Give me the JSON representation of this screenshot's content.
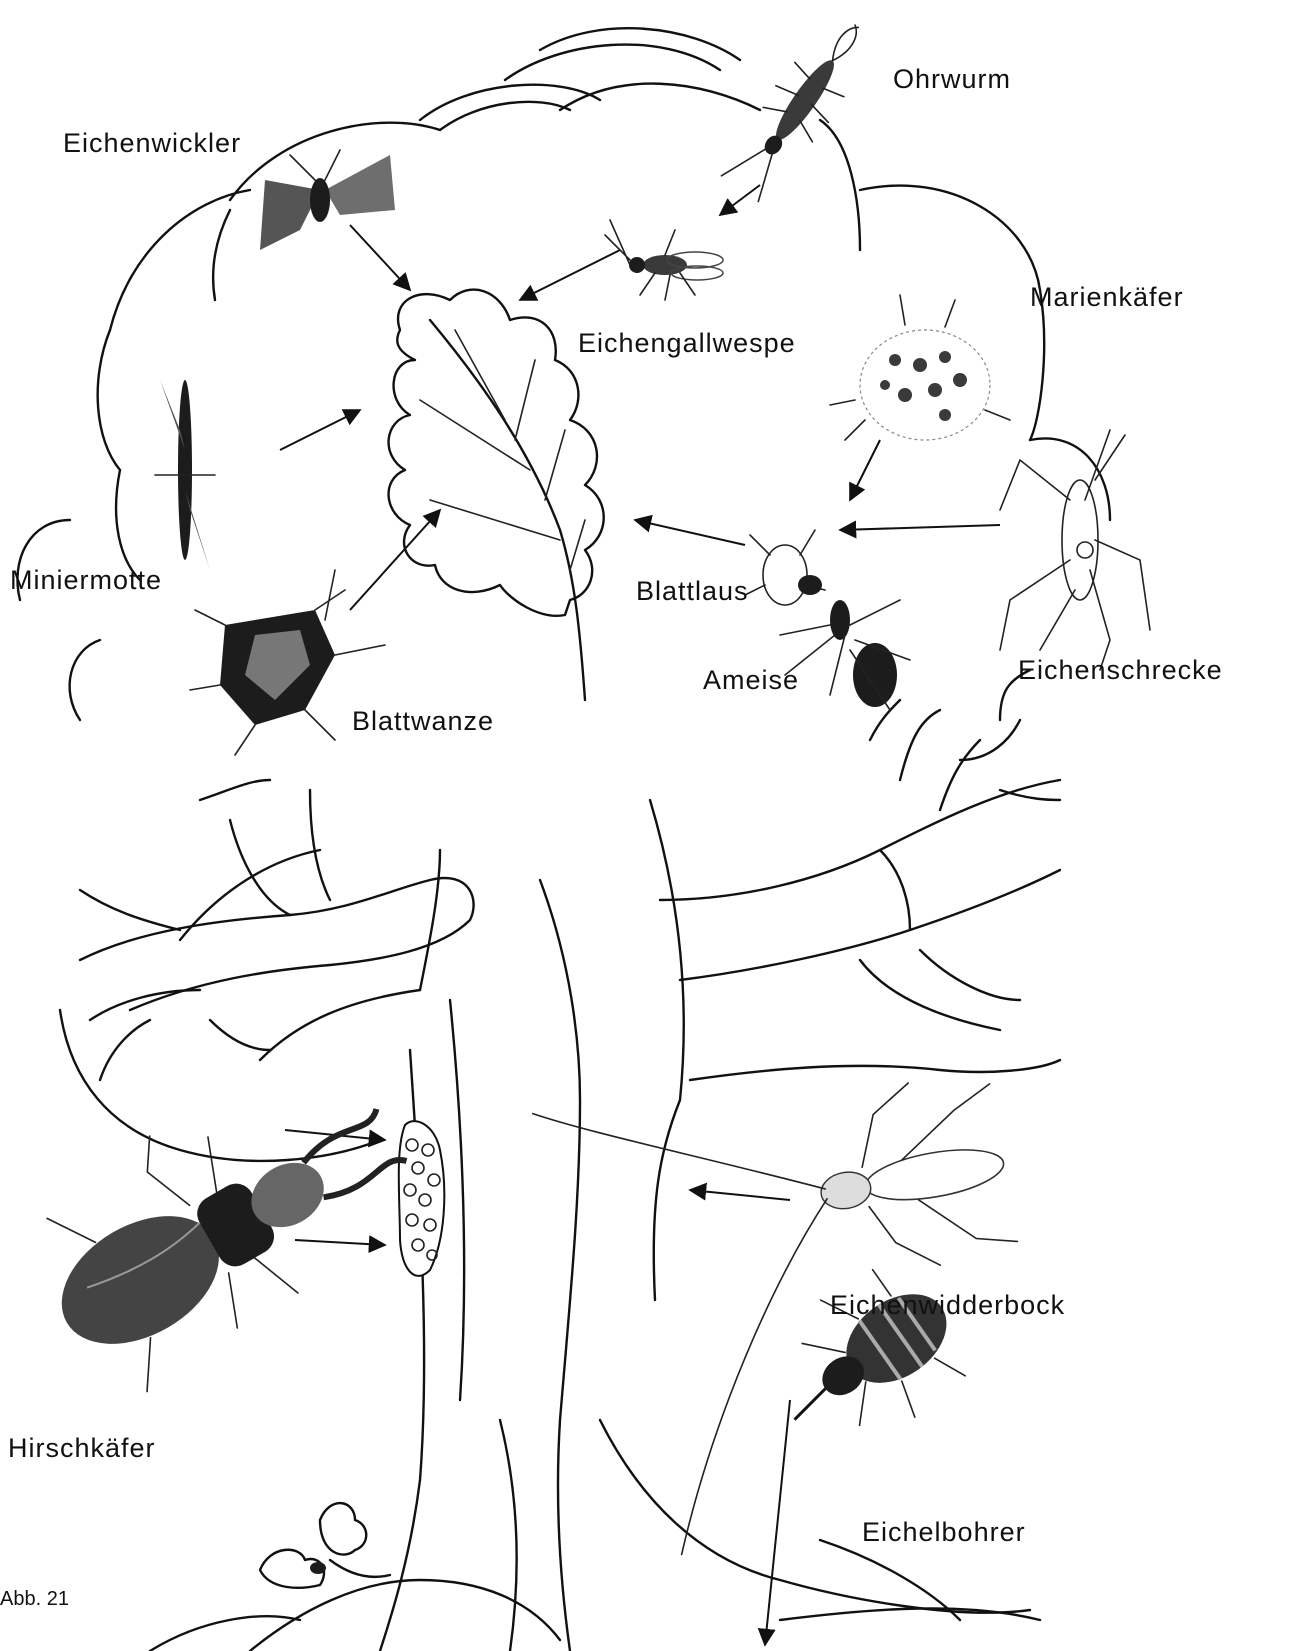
{
  "figure_label": "Abb. 21",
  "insects": {
    "ohrwurm": "Ohrwurm",
    "eichenwickler": "Eichenwickler",
    "marienkaefer": "Marienkäfer",
    "eichengallwespe": "Eichengallwespe",
    "miniermotte": "Miniermotte",
    "blattlaus": "Blattlaus",
    "eichenschrecke": "Eichenschrecke",
    "ameise": "Ameise",
    "blattwanze": "Blattwanze",
    "eichenwidderbock": "Eichenwidderbock",
    "hirschkaefer": "Hirschkäfer",
    "eichelbohrer": "Eichelbohrer"
  }
}
